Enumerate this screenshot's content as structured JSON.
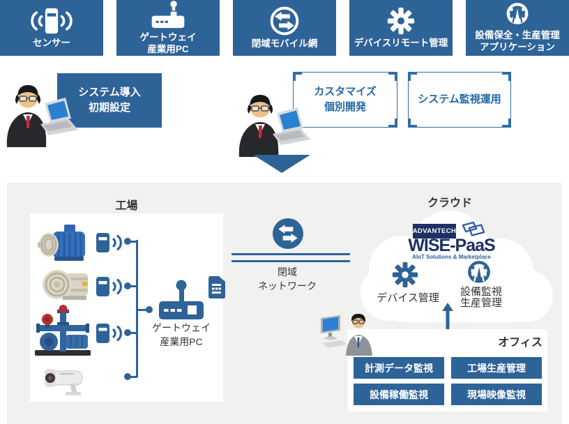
{
  "colors": {
    "primary_blue": "#2e6398",
    "navy": "#1d2f63",
    "logo_blue": "#2a5ca8",
    "panel_gray": "#f1f1ef",
    "text_dark": "#333333"
  },
  "top_row": [
    {
      "icon": "wireless-sensor-icon",
      "label": "センサー"
    },
    {
      "icon": "gateway-router-icon",
      "label": "ゲートウェイ\n産業用PC"
    },
    {
      "icon": "transfer-arrows-icon",
      "label": "閉域モバイル網"
    },
    {
      "icon": "gear-icon",
      "label": "デバイスリモート管理"
    },
    {
      "icon": "gauge-icon",
      "label": "設備保全・生産管理\nアプリケーション"
    }
  ],
  "setup_row": {
    "initial_setup_label": "システム導入\n初期設定",
    "customize_label": "カスタマイズ\n個別開発",
    "monitoring_label": "システム監視運用"
  },
  "factory": {
    "title": "工場",
    "gateway_label": "ゲートウェイ\n産業用PC",
    "machine_icons": [
      "motor-image",
      "blower-image",
      "pump-image",
      "cctv-camera-image"
    ]
  },
  "network": {
    "icon": "transfer-arrows-icon",
    "label": "閉域\nネットワーク"
  },
  "cloud": {
    "title": "クラウド",
    "brand": "ADVANTECH",
    "product": "WISE-PaaS",
    "tagline": "AIoT Solutions & Marketplace",
    "device_management_label": "デバイス管理",
    "equipment_monitoring_label": "設備監視\n生産管理"
  },
  "office": {
    "title": "オフィス",
    "buttons": [
      "計測データ監視",
      "工場生産管理",
      "設備稼働監視",
      "現場映像監視"
    ]
  }
}
